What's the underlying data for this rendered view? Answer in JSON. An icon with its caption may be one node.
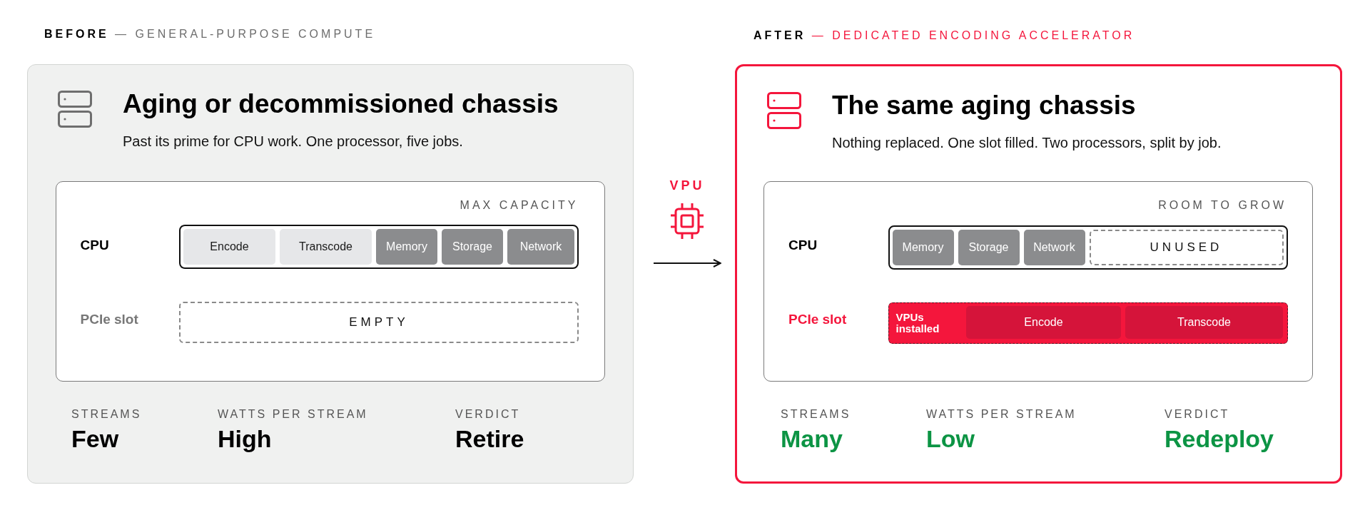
{
  "diagram": {
    "nodes": [
      {
        "text": [
          "**BEFORE** — GENERAL-PURPOSE COMPUTE",
          "Aging or decommissioned chassis",
          "Past its prime for CPU work. One processor, five jobs."
        ]
      },
      {
        "text": [
          "MAX CAPACITY",
          "CPU",
          "PCIe slot"
        ],
        "in": 0
      },
      {
        "text": [],
        "shape": "bar",
        "in": 1
      },
      {
        "text": [
          "Encode"
        ],
        "in": 2
      },
      {
        "text": [
          "Transcode"
        ],
        "in": 2
      },
      {
        "text": [
          "Memory"
        ],
        "in": 2
      },
      {
        "text": [
          "Storage"
        ],
        "in": 2
      },
      {
        "text": [
          "Network"
        ],
        "in": 2
      },
      {
        "text": [
          "EMPTY"
        ],
        "in": 1
      },
      {
        "text": [
          "**AFTER** — DEDICATED ENCODING ACCELERATOR",
          "The same aging chassis",
          "Nothing replaced. One slot filled. Two processors, split by job."
        ]
      },
      {
        "text": [
          "ROOM TO GROW",
          "CPU",
          "PCIe slot"
        ],
        "in": 9
      },
      {
        "text": [],
        "shape": "bar",
        "in": 10
      },
      {
        "text": [
          "Memory"
        ],
        "in": 11
      },
      {
        "text": [
          "Storage"
        ],
        "in": 11
      },
      {
        "text": [
          "Network"
        ],
        "in": 11
      },
      {
        "text": [
          "UNUSED"
        ],
        "in": 11
      },
      {
        "text": [
          "VPUs installed"
        ],
        "in": 10
      },
      {
        "text": [
          "Encode"
        ],
        "in": 16
      },
      {
        "text": [
          "Transcode"
        ],
        "in": 16
      }
    ],
    "edges": [
      {
        "from": 0,
        "to": 9,
        "arrow": "to"
      }
    ],
    "labels": [
      "VPU",
      "STREAMS",
      "Few",
      "WATTS PER STREAM",
      "High",
      "VERDICT",
      "Retire",
      "STREAMS",
      "Many",
      "WATTS PER STREAM",
      "Low",
      "VERDICT",
      "Redeploy"
    ]
  }
}
